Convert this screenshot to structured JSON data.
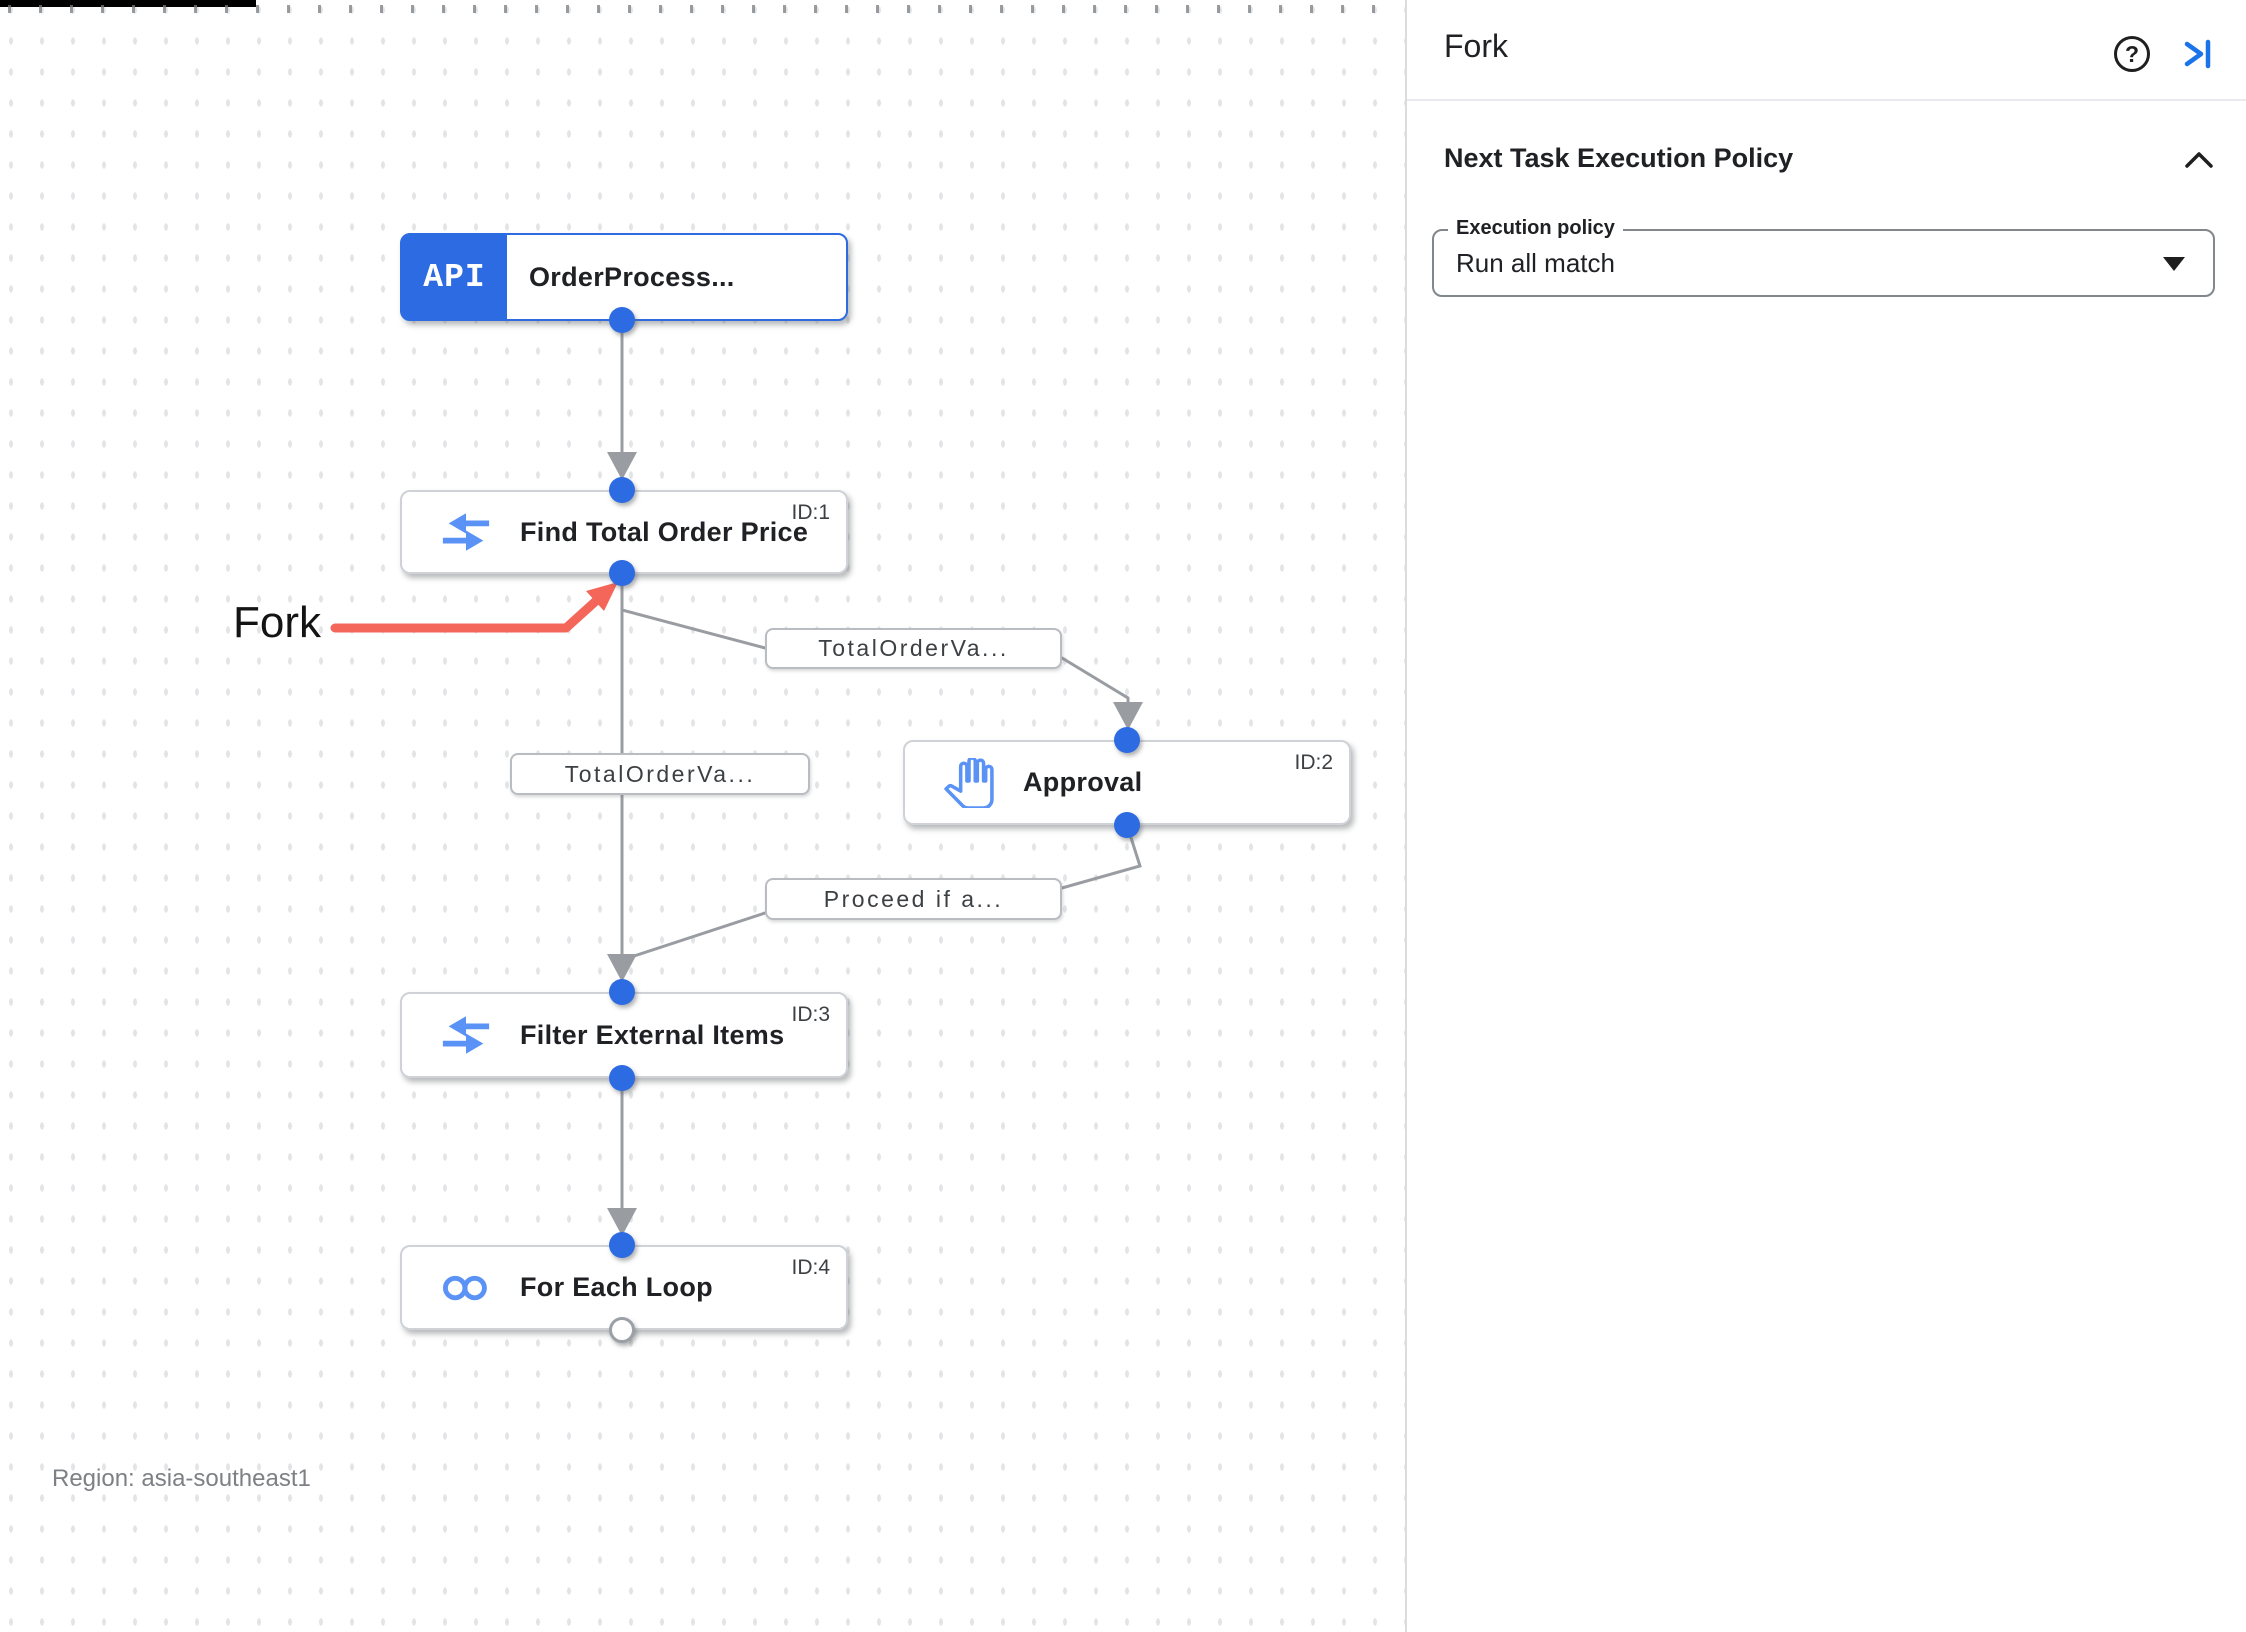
{
  "panel": {
    "title": "Fork",
    "help_icon_glyph": "?",
    "section": {
      "heading": "Next Task Execution Policy",
      "field_label": "Execution policy",
      "field_value": "Run all match"
    }
  },
  "canvas": {
    "annotation": {
      "text": "Fork",
      "color": "#f4665a"
    },
    "region_label": "Region: asia-southeast1",
    "nodes": [
      {
        "badge": "API",
        "name": "OrderProcess...",
        "icon": "api-trigger"
      },
      {
        "name": "Find Total Order Price",
        "id": "ID:1",
        "icon": "data-mapping"
      },
      {
        "name": "Approval",
        "id": "ID:2",
        "icon": "approval-hand"
      },
      {
        "name": "Filter External Items",
        "id": "ID:3",
        "icon": "data-mapping"
      },
      {
        "name": "For Each Loop",
        "id": "ID:4",
        "icon": "for-each-loop"
      }
    ],
    "edge_labels": [
      {
        "text": "TotalOrderVa..."
      },
      {
        "text": "TotalOrderVa..."
      },
      {
        "text": "Proceed if a..."
      }
    ],
    "colors": {
      "node_accent": "#2d6be2",
      "edge": "#9aa0a6",
      "icon_blue": "#5b92f5"
    }
  }
}
